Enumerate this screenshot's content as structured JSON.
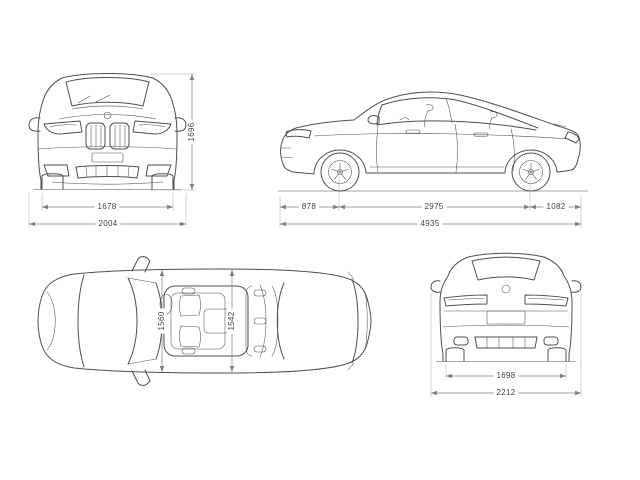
{
  "page": {
    "background": "#ffffff",
    "line_color": "#4b5055",
    "dim_color": "#7a7f84"
  },
  "views": {
    "front": {
      "track": "1678",
      "width_with_mirrors": "2004",
      "height": "1696"
    },
    "side": {
      "front_overhang": "878",
      "wheelbase": "2975",
      "rear_overhang": "1082",
      "overall_length": "4935"
    },
    "top": {
      "front_interior_width": "1560",
      "rear_interior_width": "1542"
    },
    "rear": {
      "track": "1698",
      "width_with_mirrors": "2212"
    }
  }
}
